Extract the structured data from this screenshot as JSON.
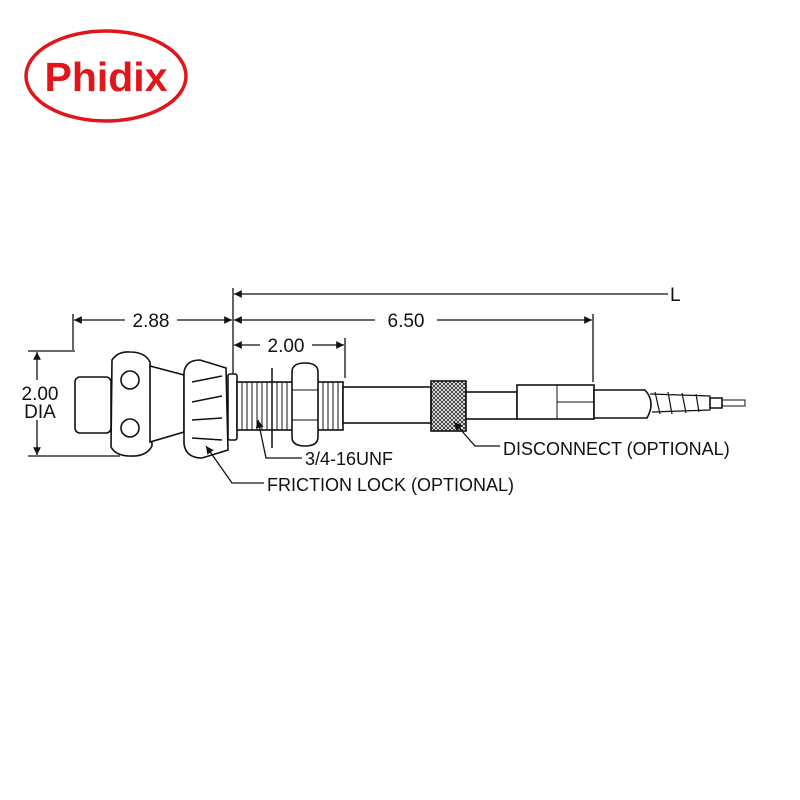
{
  "logo": {
    "text": "Phidix",
    "color": "#e0161b"
  },
  "dimensions": {
    "length": "L",
    "handle_length": "2.88",
    "insertion": "6.50",
    "thread_length": "2.00",
    "diameter_value": "2.00",
    "diameter_unit": "DIA"
  },
  "callouts": {
    "thread": "3/4-16UNF",
    "disconnect": "DISCONNECT (OPTIONAL)",
    "friction_lock": "FRICTION LOCK (OPTIONAL)"
  }
}
